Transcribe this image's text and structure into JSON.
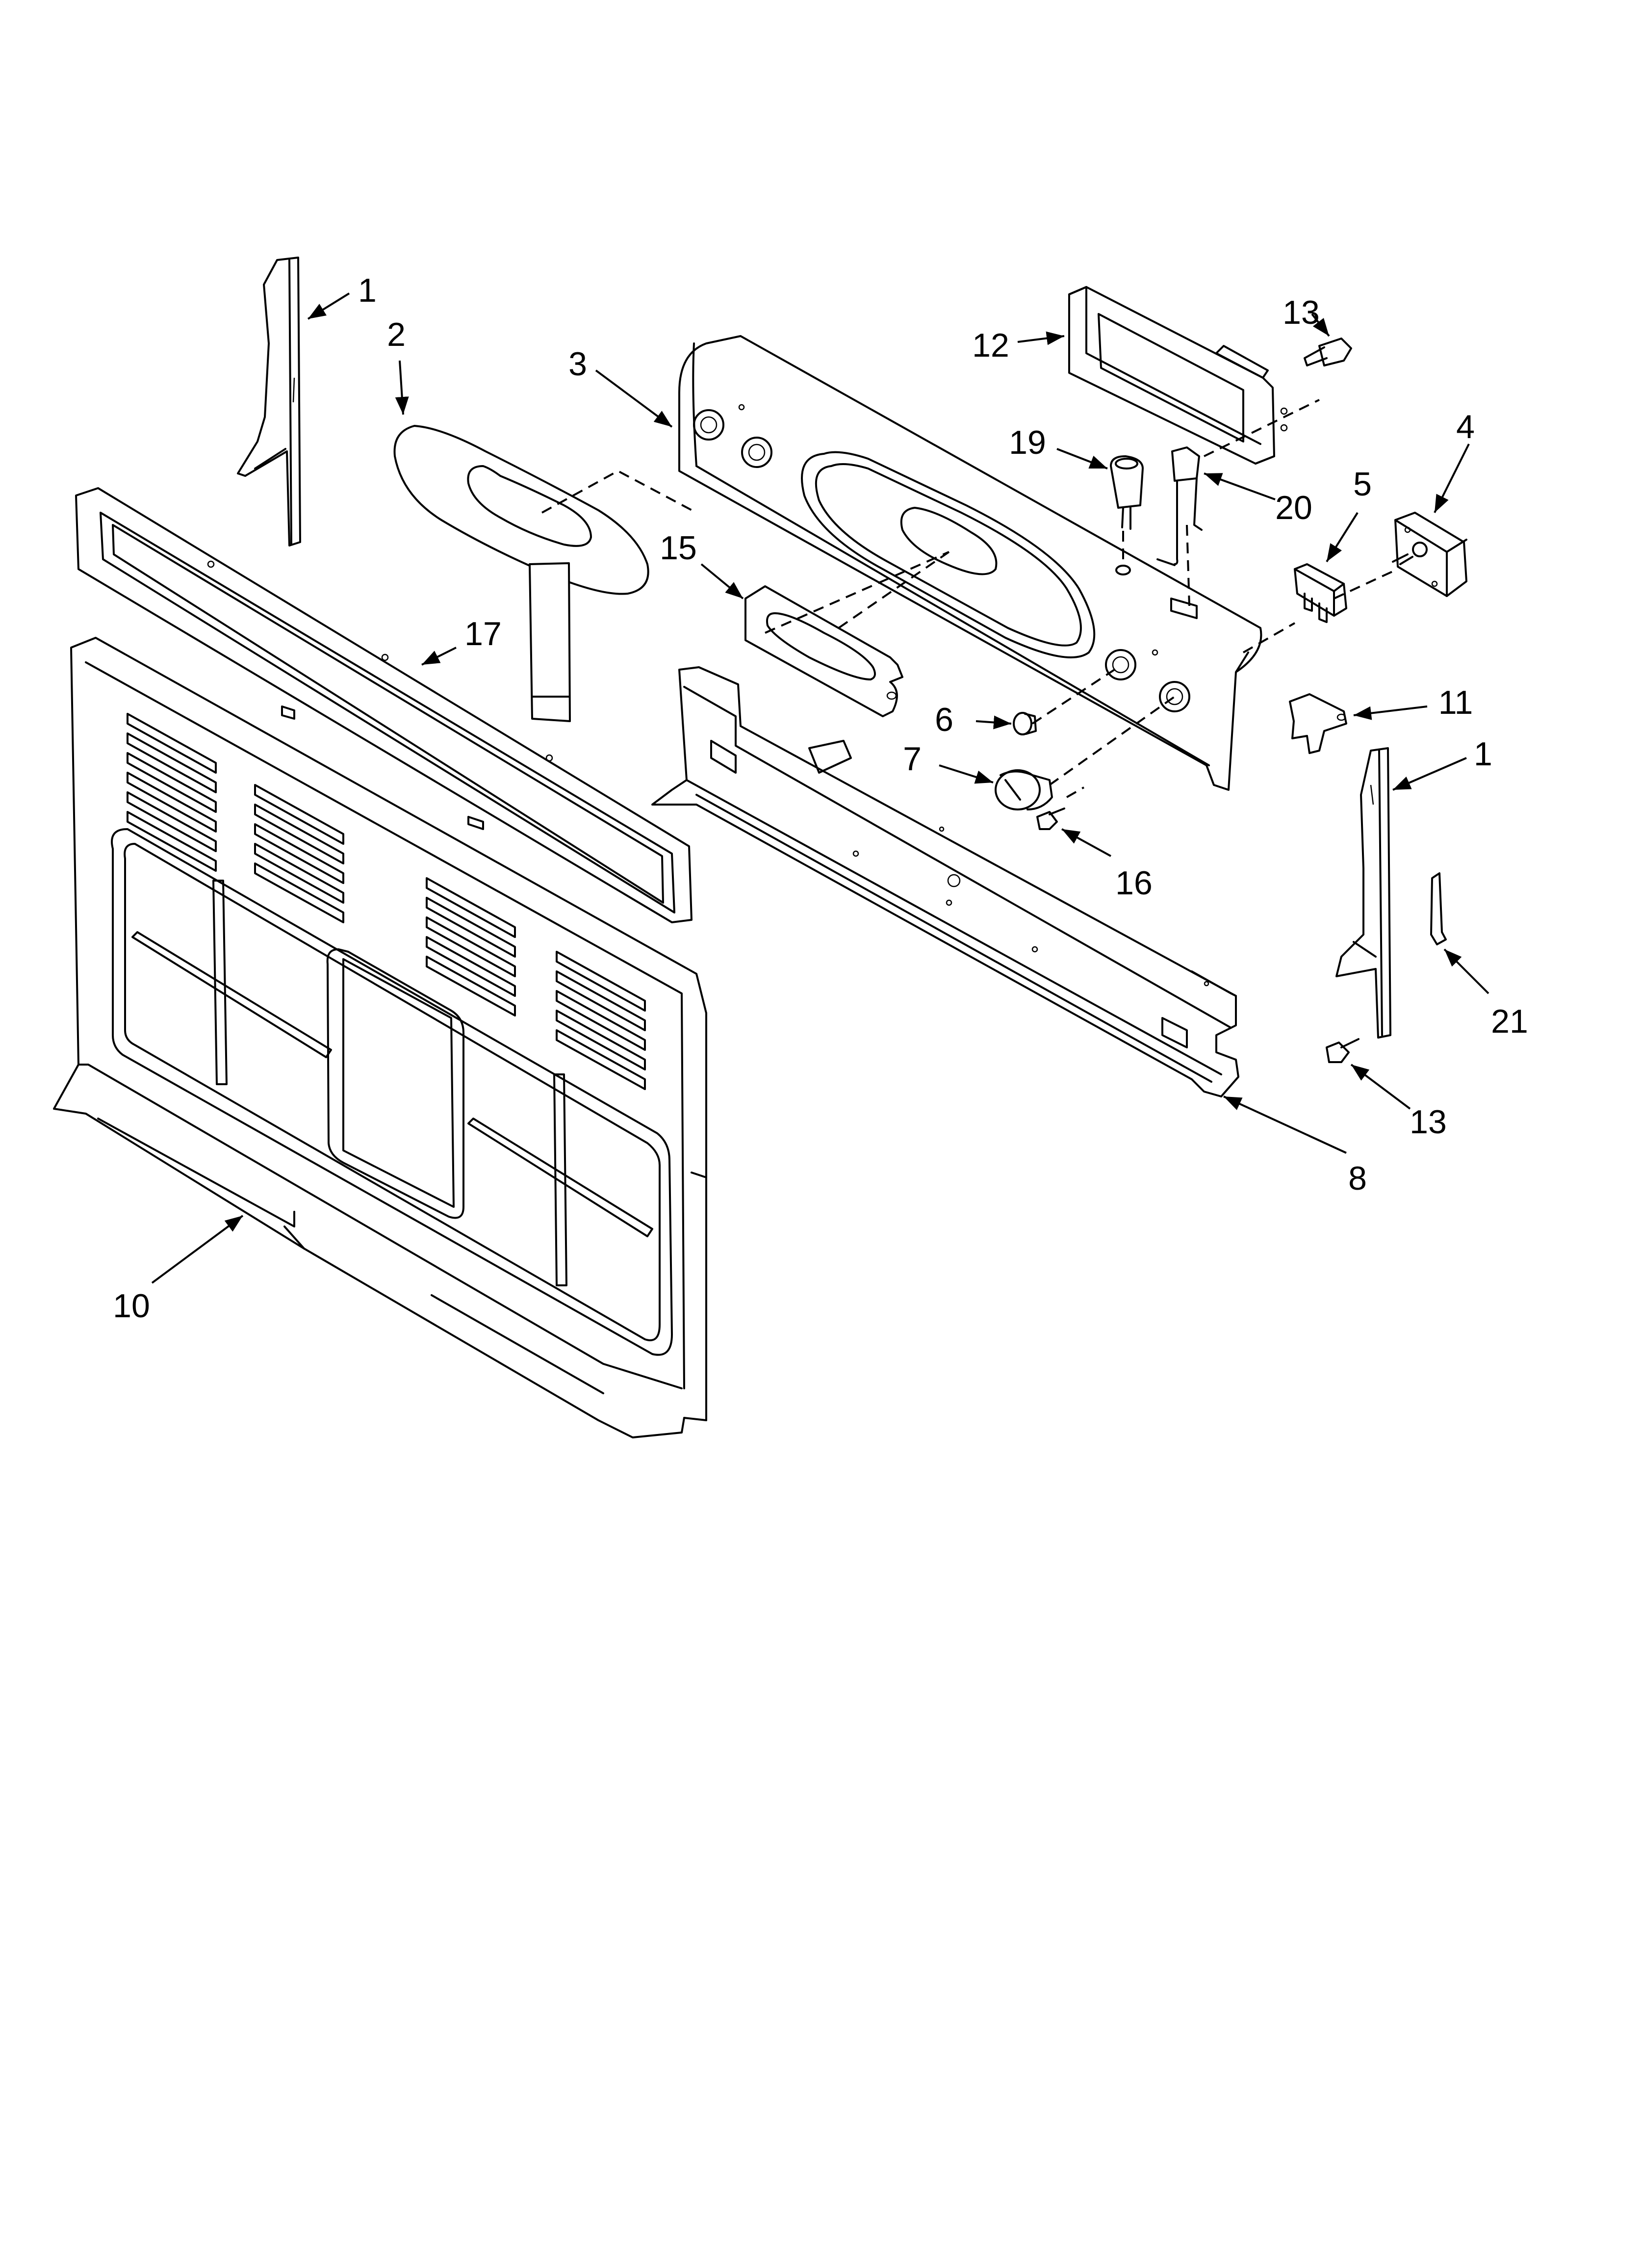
{
  "callouts": [
    {
      "id": "c1a",
      "label": "1"
    },
    {
      "id": "c2",
      "label": "2"
    },
    {
      "id": "c3",
      "label": "3"
    },
    {
      "id": "c12",
      "label": "12"
    },
    {
      "id": "c13a",
      "label": "13"
    },
    {
      "id": "c19",
      "label": "19"
    },
    {
      "id": "c20",
      "label": "20"
    },
    {
      "id": "c4",
      "label": "4"
    },
    {
      "id": "c5",
      "label": "5"
    },
    {
      "id": "c15",
      "label": "15"
    },
    {
      "id": "c17",
      "label": "17"
    },
    {
      "id": "c6",
      "label": "6"
    },
    {
      "id": "c7",
      "label": "7"
    },
    {
      "id": "c11",
      "label": "11"
    },
    {
      "id": "c1b",
      "label": "1"
    },
    {
      "id": "c16",
      "label": "16"
    },
    {
      "id": "c21",
      "label": "21"
    },
    {
      "id": "c13b",
      "label": "13"
    },
    {
      "id": "c8",
      "label": "8"
    },
    {
      "id": "c10",
      "label": "10"
    }
  ],
  "colors": {
    "ink": "#000000",
    "paper": "#ffffff"
  }
}
